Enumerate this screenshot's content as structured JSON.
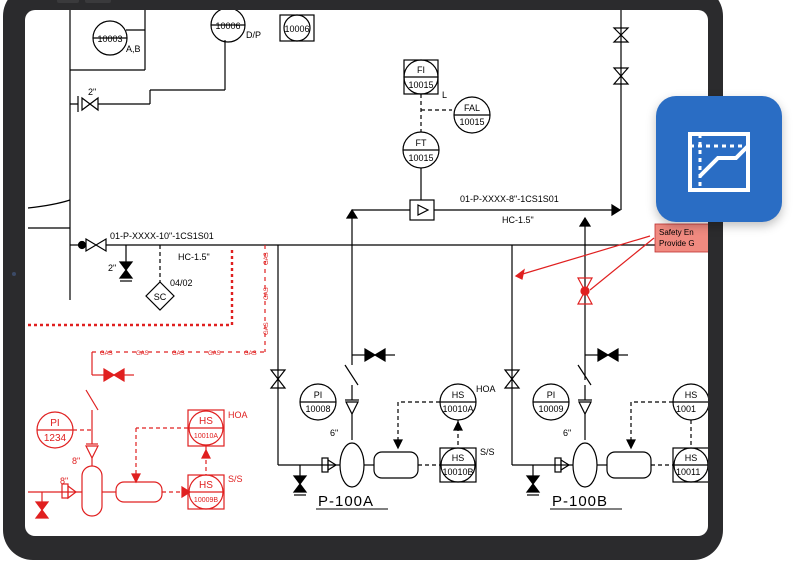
{
  "instruments": {
    "top_left": {
      "tag": "10003",
      "sub": "A,B"
    },
    "top_mid": {
      "tag": "10006",
      "sub": "D/P"
    },
    "top_box": {
      "tag": "10006"
    },
    "fi": {
      "top": "FI",
      "tag": "10015",
      "side": "L"
    },
    "fal": {
      "top": "FAL",
      "tag": "10015"
    },
    "ft": {
      "top": "FT",
      "tag": "10015"
    },
    "sc": {
      "top": "SC",
      "tag": "04/02"
    },
    "pi_a": {
      "top": "PI",
      "tag": "10008"
    },
    "hs_a1": {
      "top": "HS",
      "tag": "10010A",
      "side": "HOA"
    },
    "hs_a2": {
      "top": "HS",
      "tag": "10010B",
      "side": "S/S"
    },
    "pi_b": {
      "top": "PI",
      "tag": "10009"
    },
    "hs_b1": {
      "top": "HS",
      "tag": "1001"
    },
    "hs_b2": {
      "top": "HS",
      "tag": "10011"
    },
    "pi_red": {
      "top": "PI",
      "tag": "1234"
    },
    "hs_red1": {
      "top": "HS",
      "tag": "10010A",
      "side": "HOA"
    },
    "hs_red2": {
      "top": "HS",
      "tag": "10009B",
      "side": "S/S"
    }
  },
  "lines": {
    "upper": "01-P-XXXX-8\"-1CS1S01",
    "upper_hc": "HC-1.5\"",
    "main": "01-P-XXXX-10\"-1CS1S01",
    "main_hc": "HC-1.5\"",
    "size_2_top": "2\"",
    "size_2_mid": "2\"",
    "size_6_a": "6\"",
    "size_6_b": "6\"",
    "size_8_red": "8\"",
    "size_8_red2": "8\""
  },
  "gas_label": "GAS",
  "pumps": {
    "a": "P-100A",
    "b": "P-100B"
  },
  "note": {
    "line1": "Safety En",
    "line2": "Provide G"
  },
  "colors": {
    "line": "#000000",
    "redline": "#e02020",
    "note_fill": "#f08a80",
    "tile": "#2a6dc4",
    "bezel": "#2b2b2d"
  },
  "icons": {
    "app": "chart-area-icon"
  }
}
